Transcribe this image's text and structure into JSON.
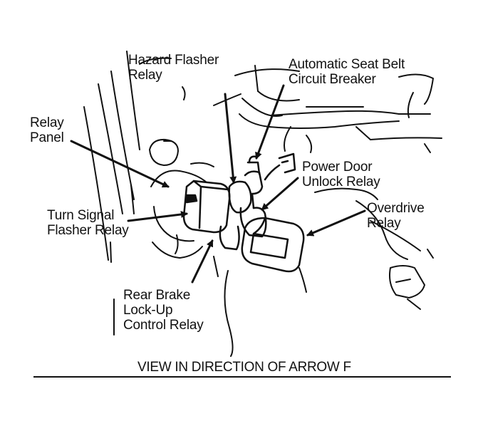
{
  "labels": {
    "hazard_flasher_relay": [
      "Hazard Flasher",
      "Relay"
    ],
    "seat_belt_breaker": [
      "Automatic Seat Belt",
      "Circuit Breaker"
    ],
    "relay_panel": [
      "Relay",
      "Panel"
    ],
    "power_door_unlock": [
      "Power Door",
      "Unlock Relay"
    ],
    "turn_signal_flasher": [
      "Turn Signal",
      "Flasher Relay"
    ],
    "overdrive_relay": [
      "Overdrive",
      "Relay"
    ],
    "rear_brake_lockup": [
      "Rear Brake",
      "Lock-Up",
      "Control Relay"
    ]
  },
  "caption": "VIEW IN DIRECTION OF ARROW F",
  "colors": {
    "ink": "#111111",
    "paper": "#ffffff"
  }
}
